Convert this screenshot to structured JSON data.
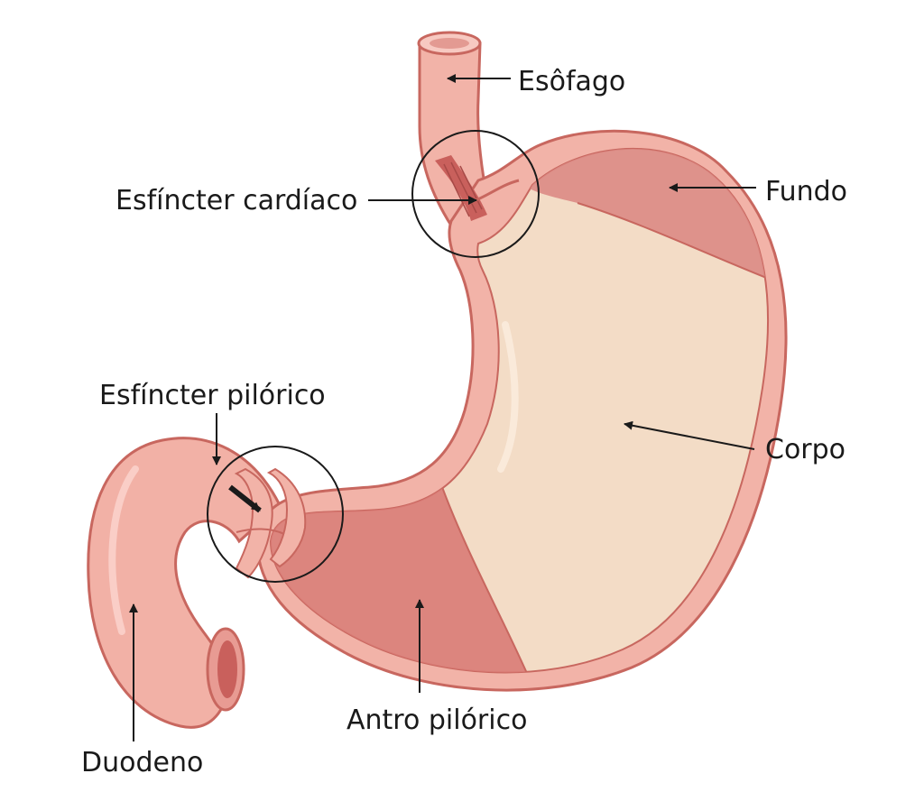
{
  "diagram": {
    "labels": {
      "esofago": "Esôfago",
      "esfincter_cardiaco": "Esfíncter cardíaco",
      "fundo": "Fundo",
      "esfincter_pilorico": "Esfíncter pilórico",
      "corpo": "Corpo",
      "antro_pilorico": "Antro pilórico",
      "duodeno": "Duodeno"
    },
    "colors": {
      "wall_outer": "#f2b3a8",
      "wall_stroke": "#c8675f",
      "fundus_region": "#dc8a84",
      "body_region": "#f3dcc6",
      "antrum_region": "#d97b76",
      "duodenum": "#f2b1a6",
      "lumen_dark": "#c9605c"
    }
  }
}
